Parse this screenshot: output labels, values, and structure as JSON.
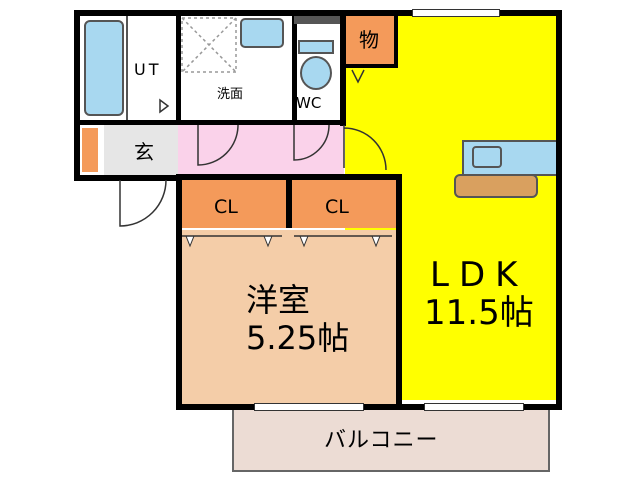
{
  "rooms": {
    "ldk": {
      "name": "LDK",
      "size": "11.5帖"
    },
    "western": {
      "name": "洋室",
      "size": "5.25帖"
    },
    "closet_left": "CL",
    "closet_right": "CL",
    "storage": "物",
    "unit_bath": "UT",
    "washroom": "洗面",
    "toilet": "WC",
    "entrance": "玄",
    "balcony": "バルコニー"
  },
  "colors": {
    "ldk": "#ffff00",
    "western": "#f4cda8",
    "closet": "#f49a5a",
    "hall": "#fad2ea",
    "wet": "#ffffff",
    "fixture": "#a8d8f0",
    "entrance": "#e6e6e6",
    "balcony": "#ecdcd4",
    "counter": "#d9a05f"
  }
}
